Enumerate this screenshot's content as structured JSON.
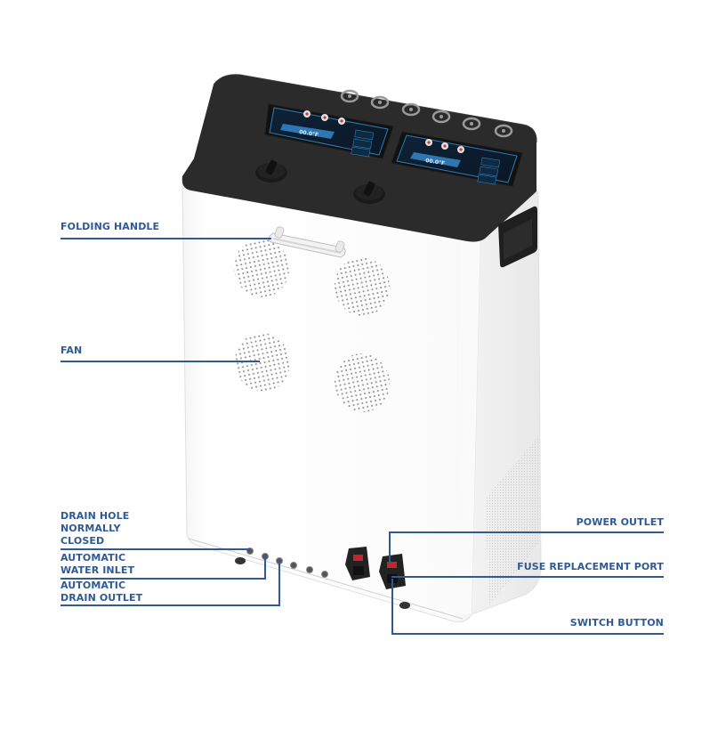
{
  "diagram": {
    "subject": "Dual-channel cold/ice bath chiller unit",
    "accent_color": "#2f5a94",
    "body_color": "#ffffff",
    "top_panel_color": "#2b2b2b",
    "top_panel": {
      "touch_buttons_count": 6,
      "screens": [
        {
          "id": "left-screen",
          "display_value": "00.0°F",
          "buttons": [
            "red-button-1",
            "red-button-2",
            "red-button-3"
          ],
          "side_keys": 3
        },
        {
          "id": "right-screen",
          "display_value": "00.0°F",
          "buttons": [
            "red-button-1",
            "red-button-2",
            "red-button-3"
          ],
          "side_keys": 3
        }
      ],
      "knobs_count": 2
    },
    "fans_count": 4,
    "bottom_ports_count": 6,
    "power_modules_count": 2
  },
  "labels": {
    "folding_handle": "FOLDING HANDLE",
    "fan": "FAN",
    "drain_hole": [
      "DRAIN HOLE",
      "NORMALLY",
      "CLOSED"
    ],
    "water_inlet": [
      "AUTOMATIC",
      "WATER INLET"
    ],
    "drain_outlet": [
      "AUTOMATIC",
      "DRAIN OUTLET"
    ],
    "power_outlet": "POWER OUTLET",
    "fuse_port": "FUSE REPLACEMENT PORT",
    "switch_button": "SWITCH BUTTON"
  }
}
